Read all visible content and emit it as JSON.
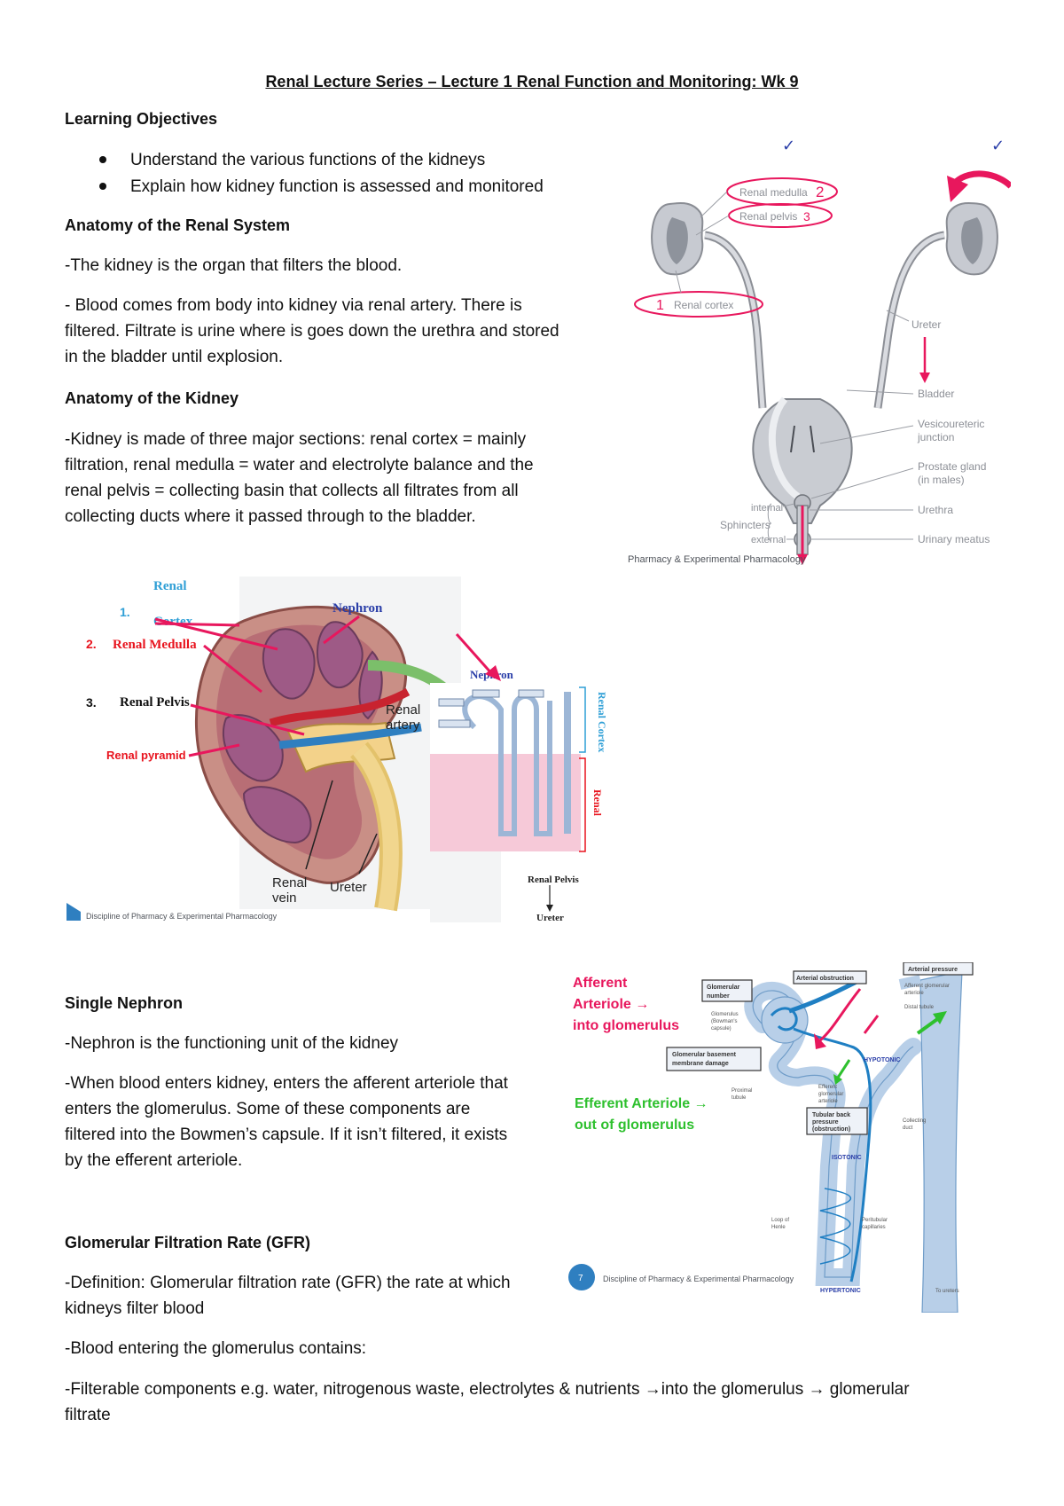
{
  "title": "Renal Lecture Series – Lecture 1 Renal Function and Monitoring: Wk 9",
  "learning": {
    "heading": "Learning Objectives",
    "items": [
      "Understand the various functions of the kidneys",
      "Explain how kidney function is assessed and monitored"
    ]
  },
  "renal_system": {
    "heading": "Anatomy of the Renal System",
    "p1": "-The kidney is the organ that filters the blood.",
    "p2_l1": "- Blood comes from body into kidney via renal artery. There is",
    "p2_l2": "filtered. Filtrate is urine where is goes down the urethra and stored",
    "p2_l3": "in the bladder until explosion."
  },
  "kidney": {
    "heading": "Anatomy of the Kidney",
    "p1_l1": "-Kidney is made of three major sections: renal cortex = mainly",
    "p1_l2": "filtration, renal medulla = water and electrolyte balance and the",
    "p1_l3": "renal pelvis = collecting basin that collects all filtrates from all",
    "p1_l4": "collecting ducts where it passed through to the bladder."
  },
  "fig1": {
    "check1": "✓",
    "check2": "✓",
    "renal_medulla": "Renal medulla",
    "num2": "2",
    "renal_pelvis": "Renal pelvis",
    "num3": "3",
    "num1": "1",
    "renal_cortex": "Renal cortex",
    "ureter": "Ureter",
    "bladder": "Bladder",
    "vesico_1": "Vesicoureteric",
    "vesico_2": "junction",
    "prostate_1": "Prostate gland",
    "prostate_2": "(in males)",
    "urethra": "Urethra",
    "sphincters": "Sphincters",
    "internal": "internal",
    "external": "external",
    "meatus": "Urinary meatus",
    "footer": "Pharmacy & Experimental Pharmacology"
  },
  "fig2": {
    "n1": "1.",
    "renal": "Renal",
    "cortex": "Cortex",
    "n2": "2.",
    "renal_medulla": "Renal Medulla",
    "n3": "3.",
    "renal_pelvis": "Renal Pelvis",
    "renal_pyramid": "Renal pyramid",
    "nephron": "Nephron",
    "nephron_small": "Nephron",
    "renal_artery_1": "Renal",
    "renal_artery_2": "artery",
    "renal_vein_1": "Renal",
    "renal_vein_2": "vein",
    "ureter": "Ureter",
    "renal_cortex_vertical": "Renal Cortex",
    "renal_vertical": "Renal",
    "renal_pelvis_small": "Renal Pelvis",
    "ureter_small": "Ureter",
    "footer": "Discipline of Pharmacy & Experimental Pharmacology"
  },
  "single_nephron": {
    "heading": "Single Nephron",
    "p1": "-Nephron is the functioning unit of the kidney",
    "p2_l1": "-When blood enters kidney, enters the afferent arteriole that",
    "p2_l2": "enters the glomerulus. Some of these components are",
    "p2_l3": "filtered into the Bowmen’s capsule. If it isn’t filtered, it exists",
    "p2_l4": "by the efferent arteriole."
  },
  "fig3": {
    "afferent_1": "Afferent",
    "afferent_2": "Arteriole →",
    "afferent_3": "into glomerulus",
    "efferent_1": "Efferent Arteriole →",
    "efferent_2": "out  of glomerulus",
    "glom_number_1": "Glomerular",
    "glom_number_2": "number",
    "arterial_obstruction": "Arterial obstruction",
    "arterial_pressure": "Arterial pressure",
    "afferent_small_1": "Afferent glomerular",
    "afferent_small_2": "arteriole",
    "distal_tubule": "Distal tubule",
    "glomerulus_1": "Glomerulus",
    "glomerulus_2": "(Bowman's",
    "glomerulus_3": "capsule)",
    "basement_1": "Glomerular basement",
    "basement_2": "membrane damage",
    "hypotonic": "HYPOTONIC",
    "efferent_small_1": "Efferent",
    "efferent_small_2": "glomerular",
    "efferent_small_3": "arteriole",
    "proximal_1": "Proximal",
    "proximal_2": "tubule",
    "tubular_1": "Tubular back",
    "tubular_2": "pressure",
    "tubular_3": "(obstruction)",
    "collecting_1": "Collecting",
    "collecting_2": "duct",
    "isotonic": "ISOTONIC",
    "loop_1": "Loop of",
    "loop_2": "Henle",
    "peritubular_1": "Peritubular",
    "peritubular_2": "capillaries",
    "hypertonic": "HYPERTONIC",
    "to_ureters": "To ureters",
    "badge": "7",
    "footer": "Discipline of Pharmacy & Experimental Pharmacology"
  },
  "gfr": {
    "heading": "Glomerular Filtration Rate (GFR)",
    "def_l1": "-Definition: Glomerular filtration rate (GFR) the rate at which",
    "def_l2": "kidneys filter blood",
    "p2": "-Blood entering the glomerulus contains:",
    "p3_l1": "-Filterable components e.g.  water, nitrogenous waste, electrolytes & nutrients →into the glomerulus  →  glomerular",
    "p3_l2": "filtrate"
  },
  "colors": {
    "pink": "#e8175d",
    "blue": "#1f7fc3",
    "green": "#2ec02e",
    "red": "#e8141e",
    "tube": "#b8cfe8"
  }
}
